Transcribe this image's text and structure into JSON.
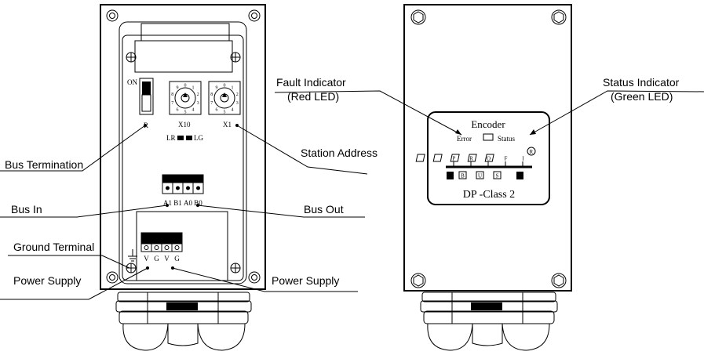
{
  "callouts": {
    "bus_termination": "Bus Termination",
    "bus_in": "Bus In",
    "ground_terminal": "Ground Terminal",
    "power_supply_left": "Power Supply",
    "power_supply_right": "Power Supply",
    "station_address": "Station Address",
    "bus_out": "Bus Out",
    "fault_indicator": "Fault Indicator",
    "fault_indicator_sub": "(Red LED)",
    "status_indicator": "Status Indicator",
    "status_indicator_sub": "(Green LED)"
  },
  "open_unit": {
    "switch_on": "ON",
    "switch_r": "R",
    "dial_x10": "X10",
    "dial_x1": "X1",
    "led_legend": "LR",
    "led_legend_right": "LG",
    "bus_terminals": [
      "A1",
      "B1",
      "A0",
      "B0"
    ],
    "power_terminals": [
      "V",
      "G",
      "V",
      "G"
    ],
    "dial_digits": [
      "0",
      "1",
      "2",
      "3",
      "4",
      "5",
      "6",
      "7",
      "8",
      "9"
    ]
  },
  "closed_unit": {
    "label_title": "Encoder",
    "label_error": "Error",
    "label_status": "Status",
    "label_class": "DP -Class 2",
    "registered_mark": "R",
    "bus_letters_top": [
      "P",
      "R",
      "O",
      "F",
      "I"
    ],
    "bus_letters_bottom": [
      "B",
      "U",
      "S"
    ]
  }
}
